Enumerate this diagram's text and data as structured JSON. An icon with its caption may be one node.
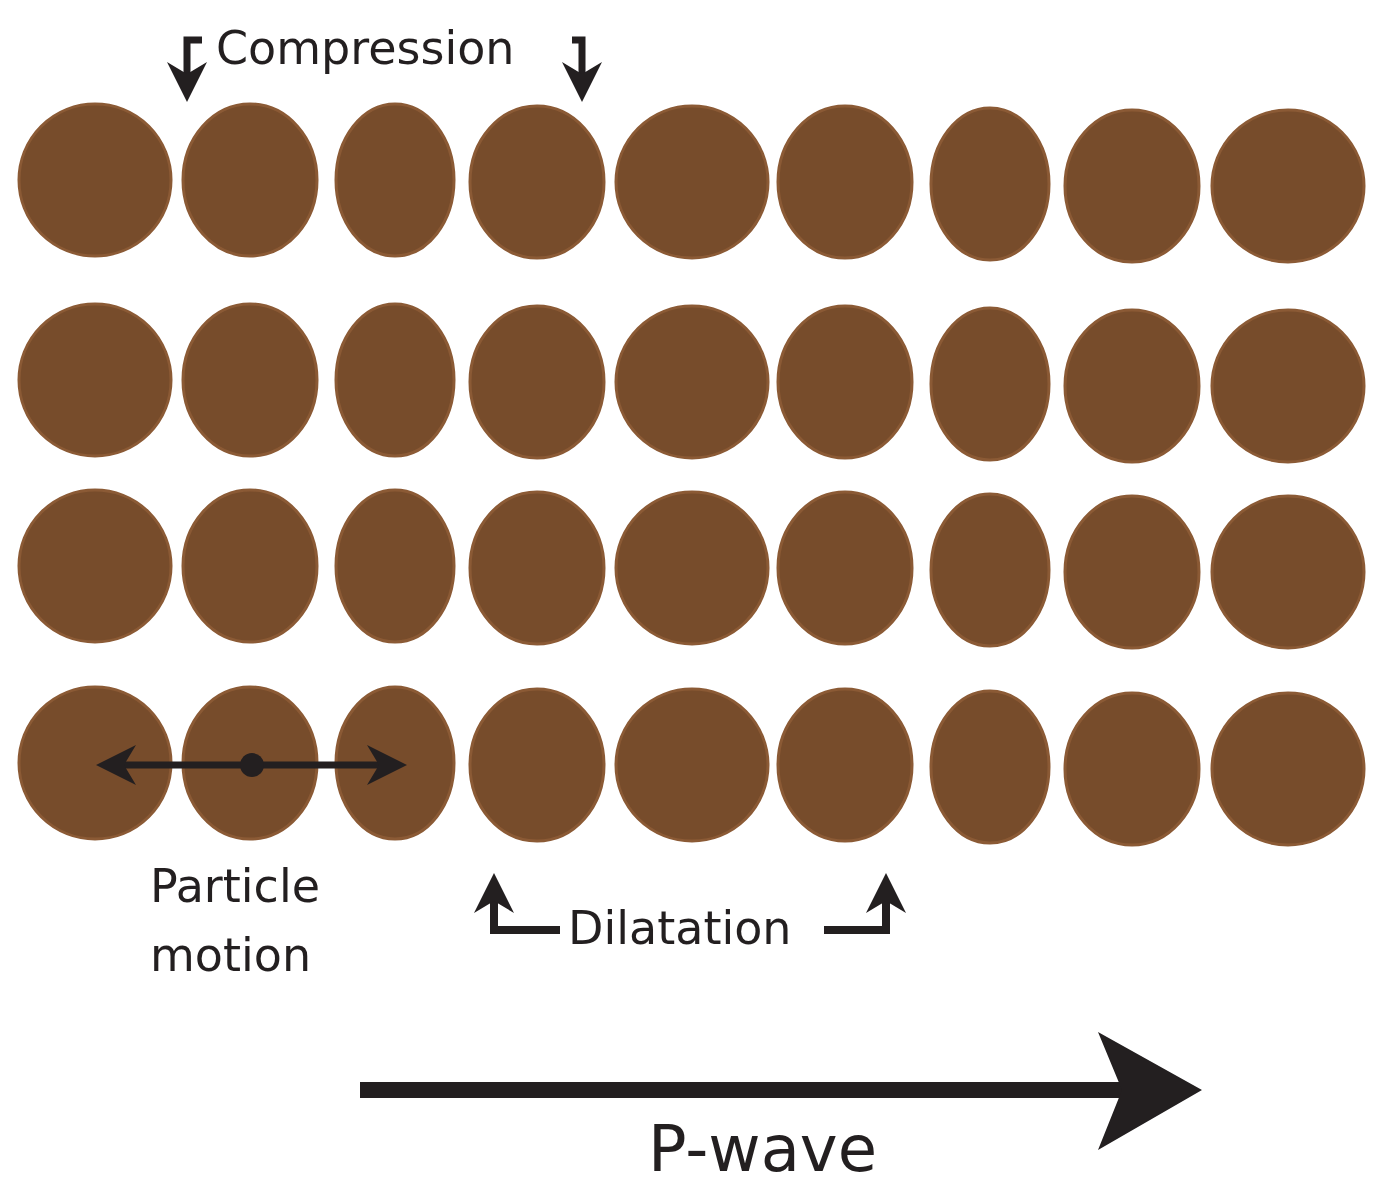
{
  "diagram": {
    "labels": [
      "Compression",
      "Particle motion",
      "Dilatation",
      "P-wave"
    ]
  }
}
